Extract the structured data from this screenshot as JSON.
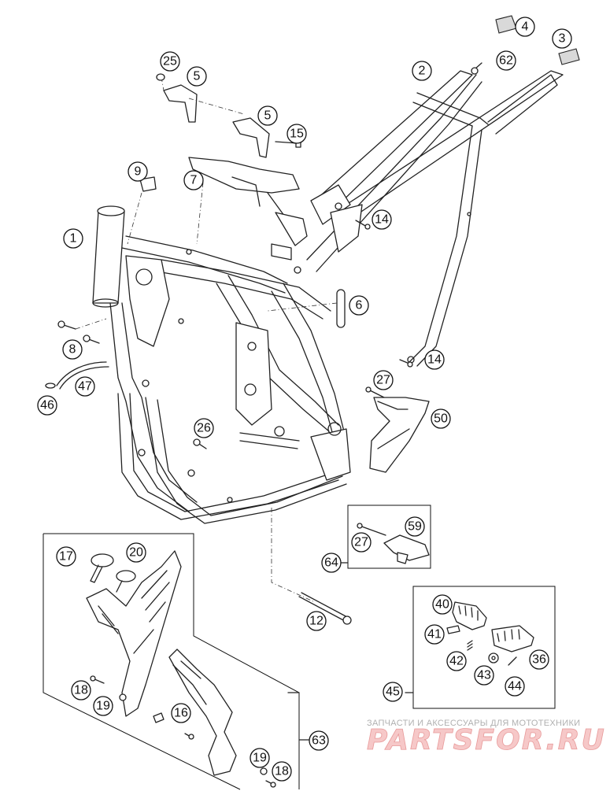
{
  "callouts": [
    "1",
    "2",
    "3",
    "4",
    "5",
    "5",
    "6",
    "7",
    "8",
    "9",
    "12",
    "14",
    "14",
    "15",
    "16",
    "17",
    "18",
    "18",
    "19",
    "19",
    "20",
    "25",
    "26",
    "27",
    "27",
    "36",
    "40",
    "41",
    "42",
    "43",
    "44",
    "45",
    "46",
    "47",
    "50",
    "59",
    "62",
    "63",
    "64"
  ],
  "watermark": {
    "line1": "ЗАПЧАСТИ И АКСЕССУАРЫ ДЛЯ МОТОТЕХНИКИ",
    "logo": "PARTSFOR.RU"
  }
}
